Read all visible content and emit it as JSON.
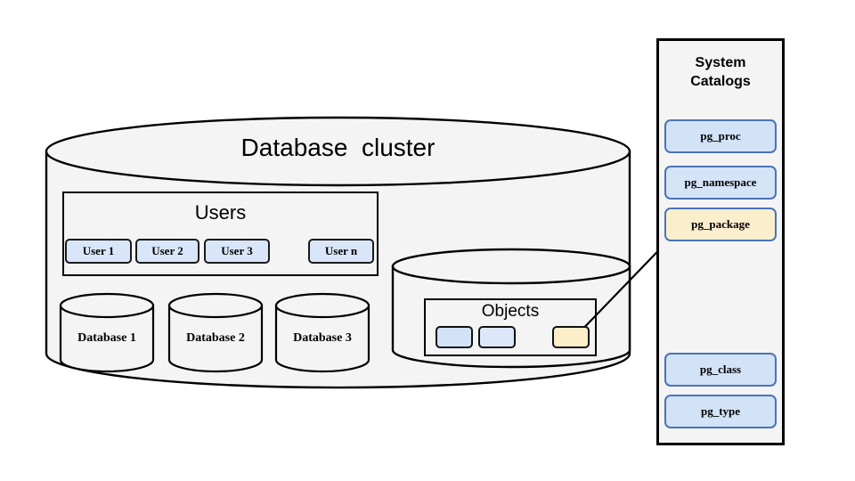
{
  "diagram": {
    "cluster": {
      "title": "Database  cluster",
      "shape": "cylinder"
    },
    "users_group": {
      "title": "Users",
      "chips": [
        {
          "label": "User 1"
        },
        {
          "label": "User 2"
        },
        {
          "label": "User 3"
        },
        {
          "label": "User n"
        }
      ]
    },
    "databases": [
      {
        "label": "Database 1"
      },
      {
        "label": "Database 2"
      },
      {
        "label": "Database 3"
      }
    ],
    "objects_group": {
      "title": "Objects",
      "chips": [
        {
          "label": "",
          "state": "normal"
        },
        {
          "label": "",
          "state": "normal"
        },
        {
          "label": "",
          "state": "highlighted"
        }
      ]
    },
    "connector": {
      "from": "objects-highlighted-chip",
      "to": "pg_package",
      "style": "arrow"
    }
  },
  "catalog_panel": {
    "title": "System\nCatalogs",
    "items": [
      {
        "label": "pg_proc",
        "state": "normal"
      },
      {
        "label": "pg_namespace",
        "state": "normal"
      },
      {
        "label": "pg_package",
        "state": "highlighted"
      },
      {
        "label": "pg_class",
        "state": "normal"
      },
      {
        "label": "pg_type",
        "state": "normal"
      }
    ]
  },
  "colors": {
    "background": "#ffffff",
    "cylinder_fill": "#f4f4f4",
    "panel_fill": "#f4f4f4",
    "outline": "#000000",
    "chip_blue": "#d2e2f7",
    "chip_yellow": "#fbeecd",
    "chip_blue_border": "#4a74b5",
    "chip_dark_border": "#111111"
  }
}
